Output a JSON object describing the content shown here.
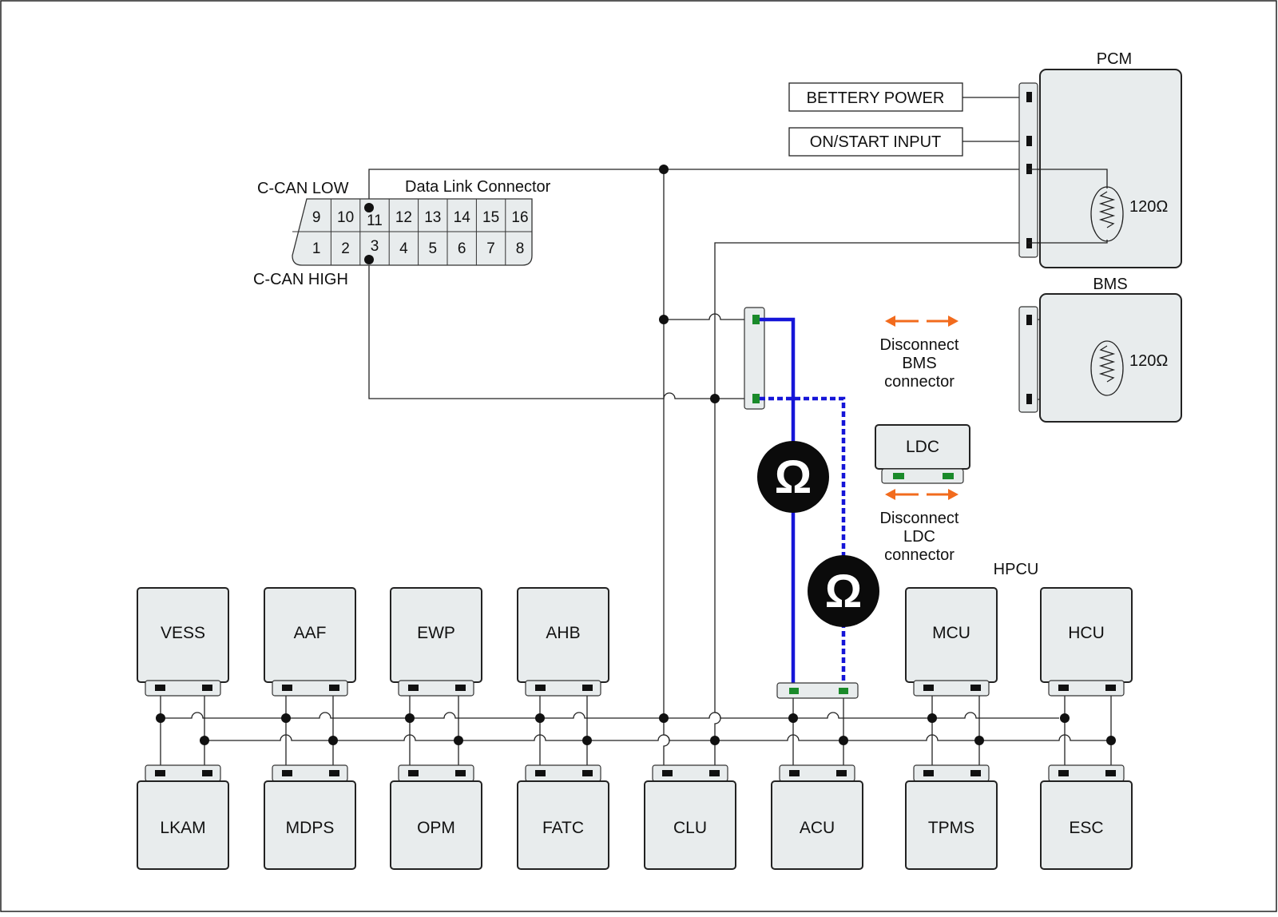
{
  "dlc": {
    "title": "Data Link Connector",
    "low_label": "C-CAN LOW",
    "high_label": "C-CAN HIGH",
    "top_pins": [
      "9",
      "10",
      "11",
      "12",
      "13",
      "14",
      "15",
      "16"
    ],
    "bottom_pins": [
      "1",
      "2",
      "3",
      "4",
      "5",
      "6",
      "7",
      "8"
    ]
  },
  "pcm": {
    "label": "PCM",
    "resistor": "120Ω"
  },
  "bms": {
    "label": "BMS",
    "resistor": "120Ω"
  },
  "inputs": {
    "battery": "BETTERY POWER",
    "on_start": "ON/START INPUT"
  },
  "ldc": {
    "label": "LDC"
  },
  "notes": {
    "bms_disconnect": [
      "Disconnect",
      "BMS",
      "connector"
    ],
    "ldc_disconnect": [
      "Disconnect",
      "LDC",
      "connector"
    ]
  },
  "hpcu_label": "HPCU",
  "top_modules": [
    "VESS",
    "AAF",
    "EWP",
    "AHB",
    "MCU",
    "HCU"
  ],
  "bottom_modules": [
    "LKAM",
    "MDPS",
    "OPM",
    "FATC",
    "CLU",
    "ACU",
    "TPMS",
    "ESC"
  ],
  "meter_symbol": "Ω",
  "colors": {
    "probe_wire": "#1515d8",
    "arrow": "#f26b1d",
    "pin_green": "#1a8a2a"
  }
}
